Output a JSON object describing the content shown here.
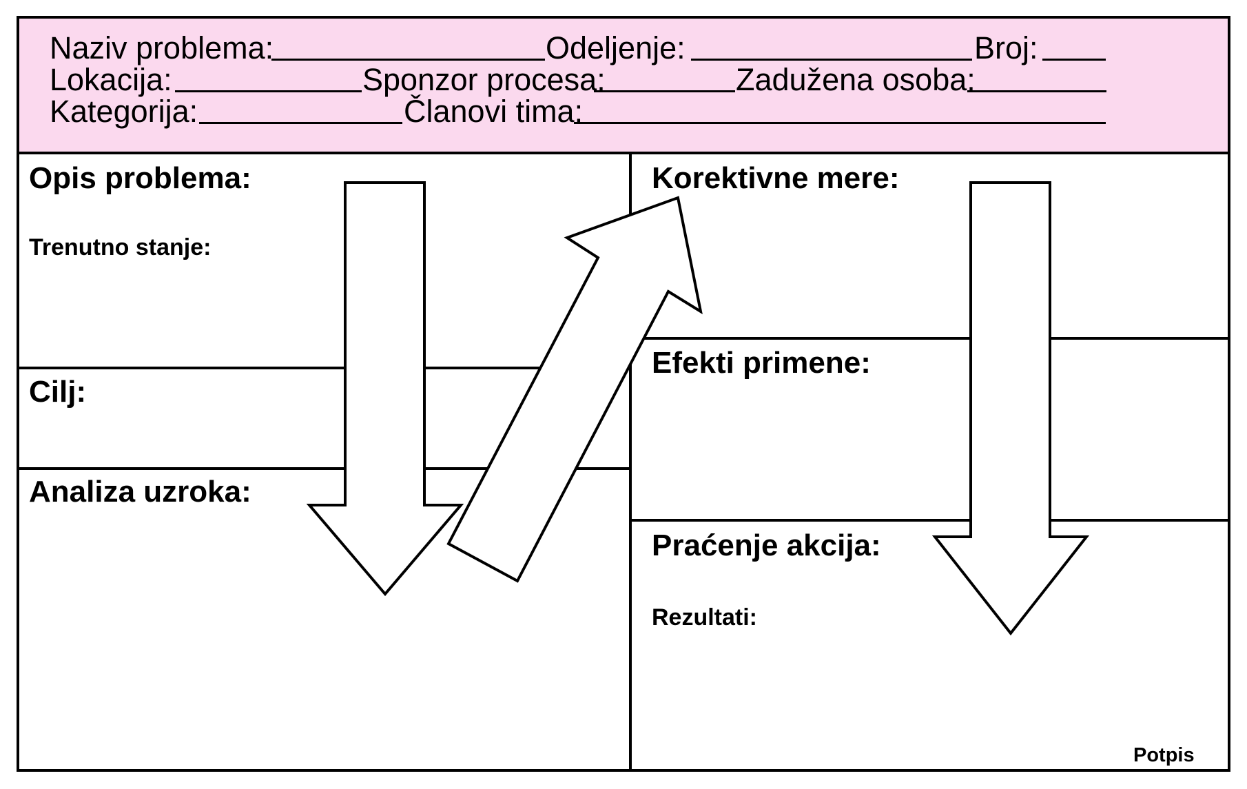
{
  "header": {
    "row1": {
      "naziv_problema": "Naziv problema:",
      "odeljenje": "Odeljenje:",
      "broj": "Broj:"
    },
    "row2": {
      "lokacija": "Lokacija:",
      "sponzor_procesa": "Sponzor procesa:",
      "zaduzena_osoba": "Zadužena osoba:"
    },
    "row3": {
      "kategorija": "Kategorija:",
      "clanovi_tima": "Članovi tima:"
    }
  },
  "left": {
    "opis_problema": "Opis problema:",
    "trenutno_stanje": "Trenutno stanje:",
    "cilj": "Cilj:",
    "analiza_uzroka": "Analiza uzroka:"
  },
  "right": {
    "korektivne_mere": "Korektivne mere:",
    "efekti_primene": "Efekti primene:",
    "pracenje_akcija": "Praćenje akcija:",
    "rezultati": "Rezultati:",
    "potpis": "Potpis"
  },
  "colors": {
    "header_background": "#fbd9ee",
    "border": "#000000",
    "arrow_fill": "#ffffff"
  }
}
